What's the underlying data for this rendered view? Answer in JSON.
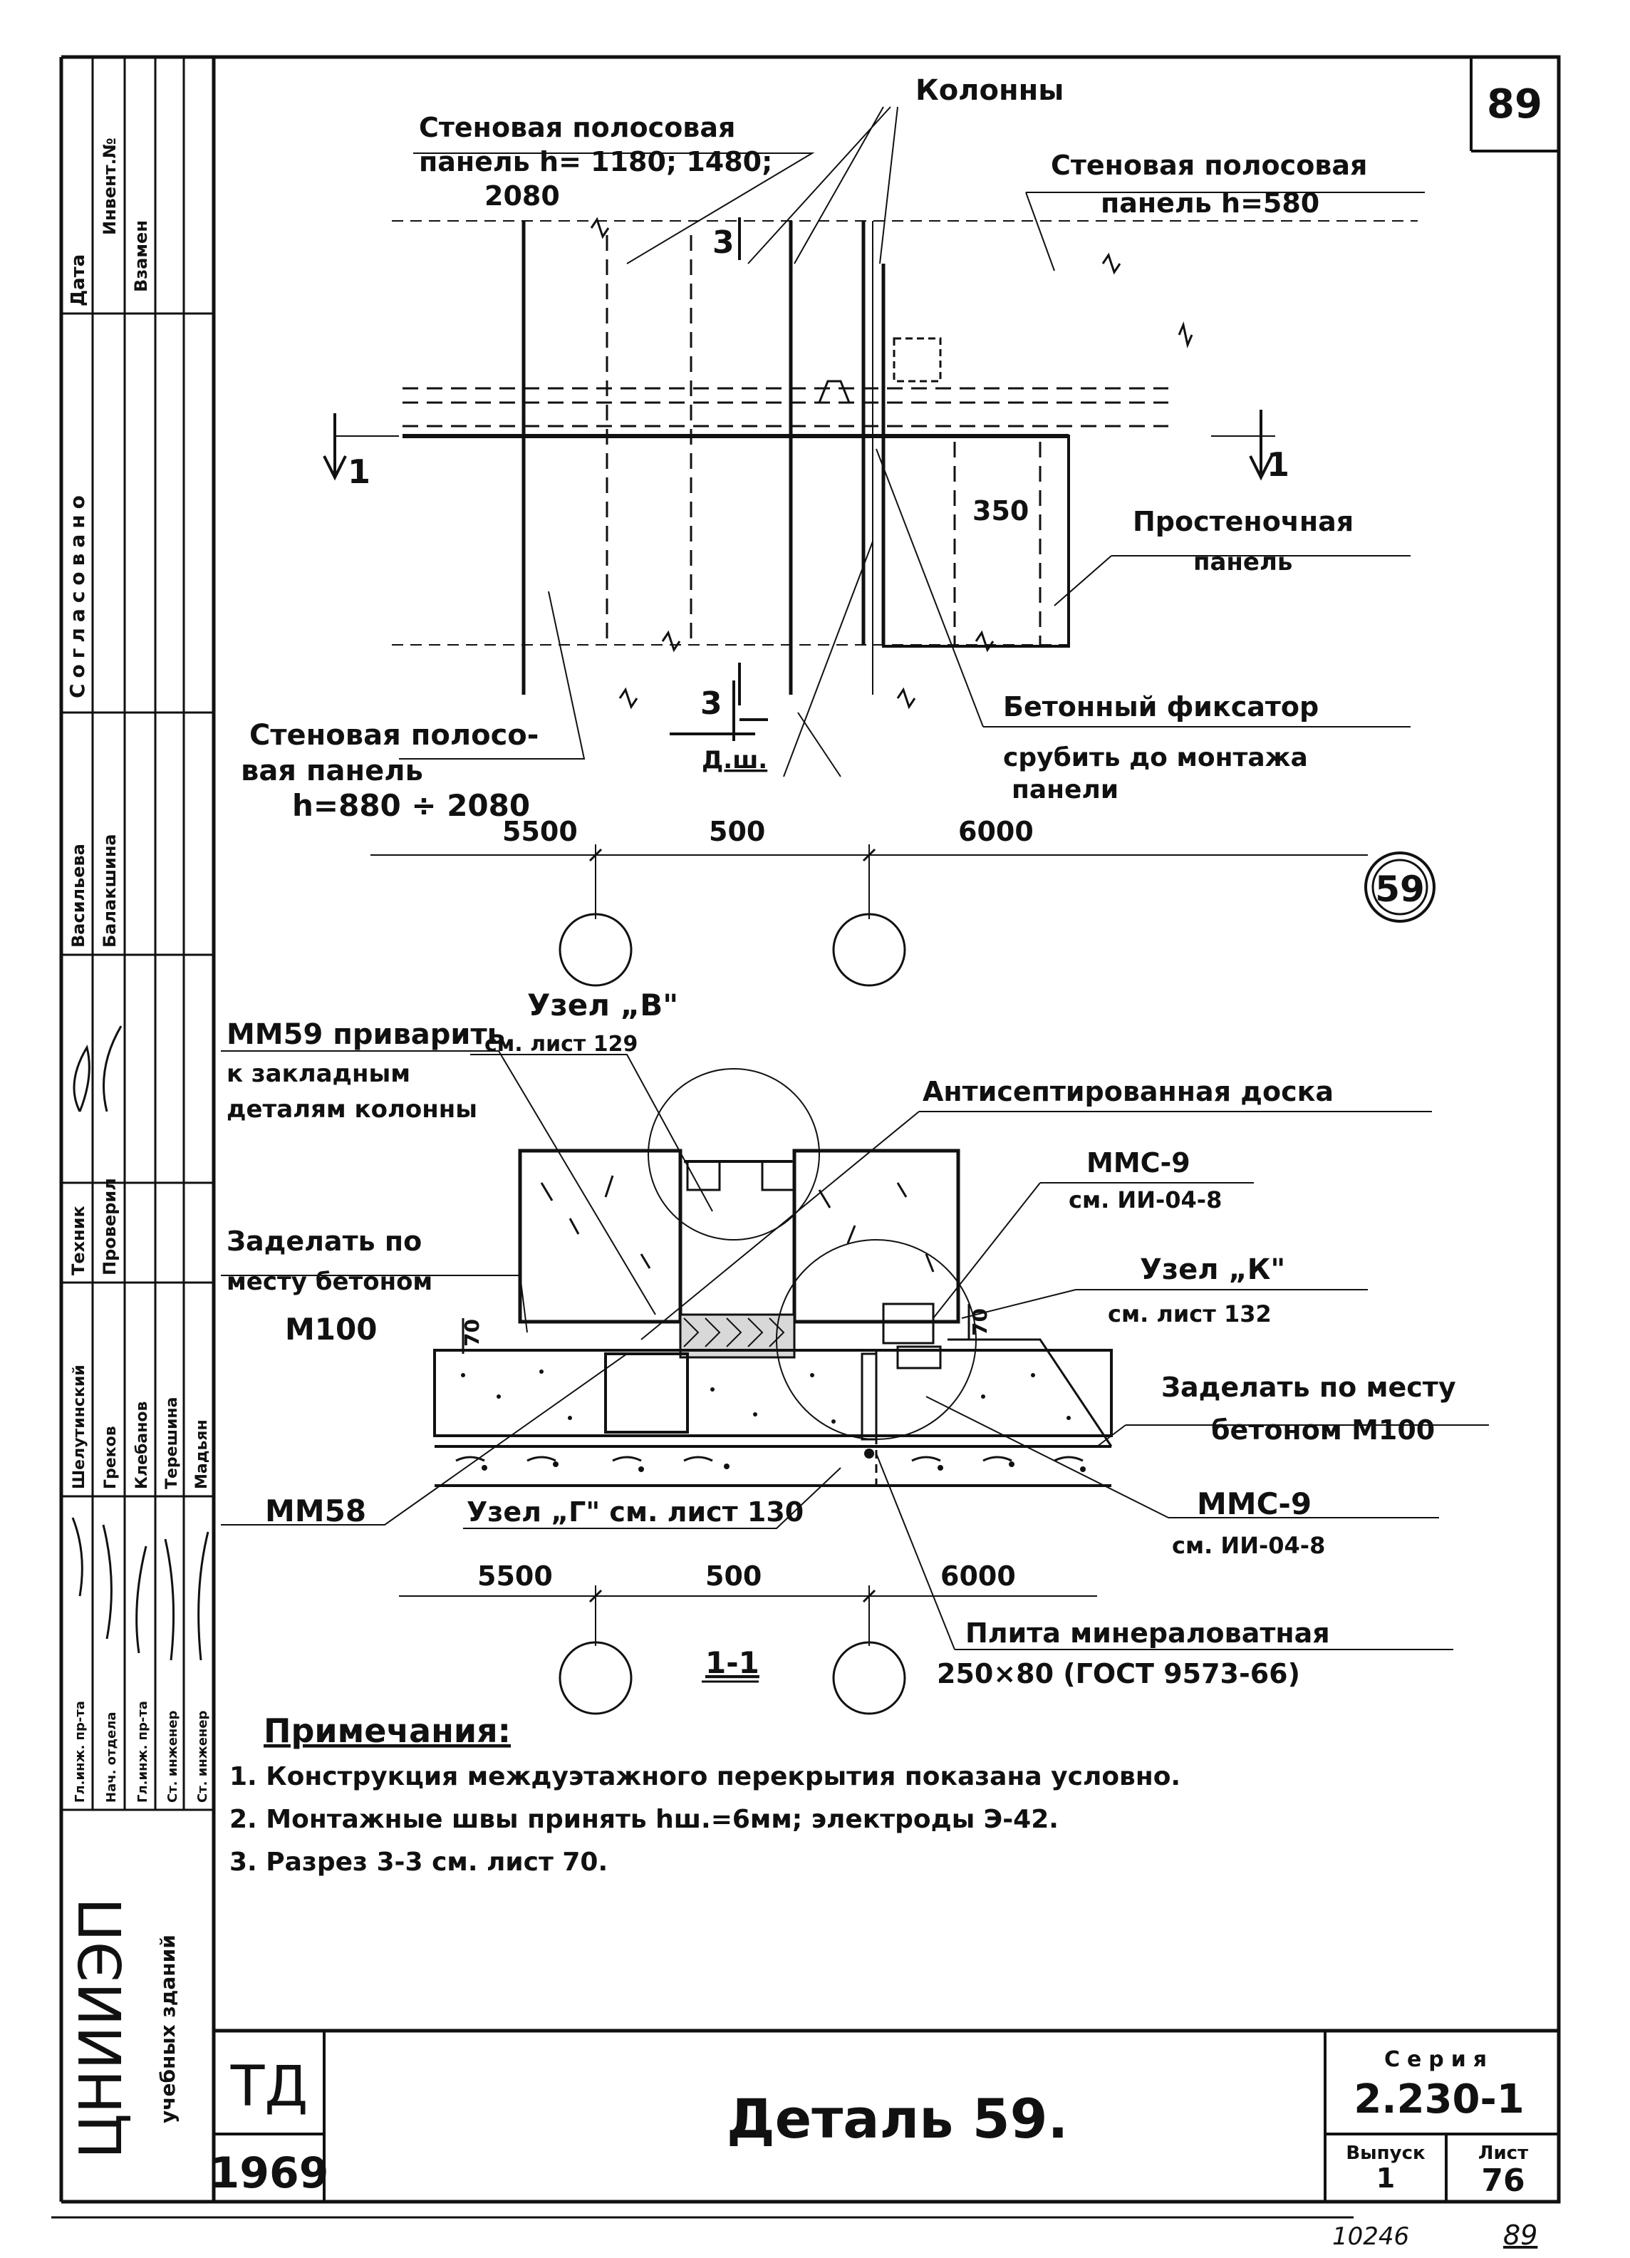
{
  "sheet": {
    "number_corner": "89",
    "detail_circle": "59",
    "stamp_td": "ТД",
    "stamp_year": "1969",
    "title": "Деталь 59.",
    "seria_label": "Серия",
    "seria_value": "2.230-1",
    "vypusk_label": "Выпуск",
    "vypusk_value": "1",
    "list_label": "Лист",
    "list_value": "76",
    "bottom_code": "10246",
    "bottom_num": "89",
    "org_name": "ЦНИИЭП",
    "org_sub": "учебных зданий"
  },
  "left_strip": {
    "data": "Дата",
    "inv": "Инвент.№",
    "vzamen": "Взамен",
    "soglasovano": "Согласовано",
    "vasilieva": "Васильева",
    "balakshina": "Балакшина",
    "tehnik": "Техник",
    "proveril": "Проверил",
    "shelutinskii": "Шелутинский",
    "grekov": "Греков",
    "klebanov": "Клебанов",
    "tereshina": "Терешина",
    "madyan": "Мадьян",
    "gl_ing": "Гл.инж. пр-та",
    "nach_otd": "Нач. отдела",
    "gl_inj_pr": "Гл.инж. пр-та",
    "st_inj": "Ст. инженер",
    "st_inj2": "Ст. инженер"
  },
  "plan": {
    "label_panel_left_1": "Стеновая полосовая",
    "label_panel_left_2": "панель h= 1180; 1480;",
    "label_panel_left_3": "2080",
    "label_columns": "Колонны",
    "label_panel_right_1": "Стеновая полосовая",
    "label_panel_right_2": "панель h=580",
    "label_prostenoch_1": "Простеночная",
    "label_prostenoch_2": "панель",
    "label_fixator": "Бетонный фиксатор",
    "label_srubit_1": "срубить до монтажа",
    "label_srubit_2": "панели",
    "label_panel_bottom_1": "Стеновая полосо-",
    "label_panel_bottom_2": "вая панель",
    "label_panel_bottom_3": "h=880 ÷ 2080",
    "dim_350": "350",
    "dim_5500": "5500",
    "dim_500": "500",
    "dim_6000": "6000",
    "section_3": "3",
    "section_1": "1",
    "dsh": "Д.ш."
  },
  "section": {
    "mm59_1": "ММ59 приварить",
    "mm59_2": "к закладным",
    "mm59_3": "деталям колонны",
    "uzel_v": "Узел „В\"",
    "uzel_v_ref": "см. лист 129",
    "antisept": "Антисептированная доска",
    "mms9_a": "ММС-9",
    "mms9_a_ref": "см. ИИ-04-8",
    "zadelat_1": "Заделать по",
    "zadelat_2": "месту бетоном",
    "zadelat_3": "М100",
    "uzel_k": "Узел „К\"",
    "uzel_k_ref": "см. лист 132",
    "zadelat_r1": "Заделать по месту",
    "zadelat_r2": "бетоном М100",
    "dim_70a": "70",
    "dim_70b": "70",
    "mm58": "ММ58",
    "uzel_g": "Узел „Г\" см. лист 130",
    "mms9_b": "ММС-9",
    "mms9_b_ref": "см. ИИ-04-8",
    "dim_5500": "5500",
    "dim_500": "500",
    "dim_6000": "6000",
    "cut_label": "1-1",
    "plita_1": "Плита минераловатная",
    "plita_2": "250×80 (ГОСТ 9573-66)"
  },
  "notes": {
    "heading": "Примечания:",
    "n1": "1. Конструкция междуэтажного перекрытия показана условно.",
    "n2": "2. Монтажные швы принять hш.=6мм; электроды Э-42.",
    "n3": "3. Разрез 3-3 см. лист 70."
  }
}
